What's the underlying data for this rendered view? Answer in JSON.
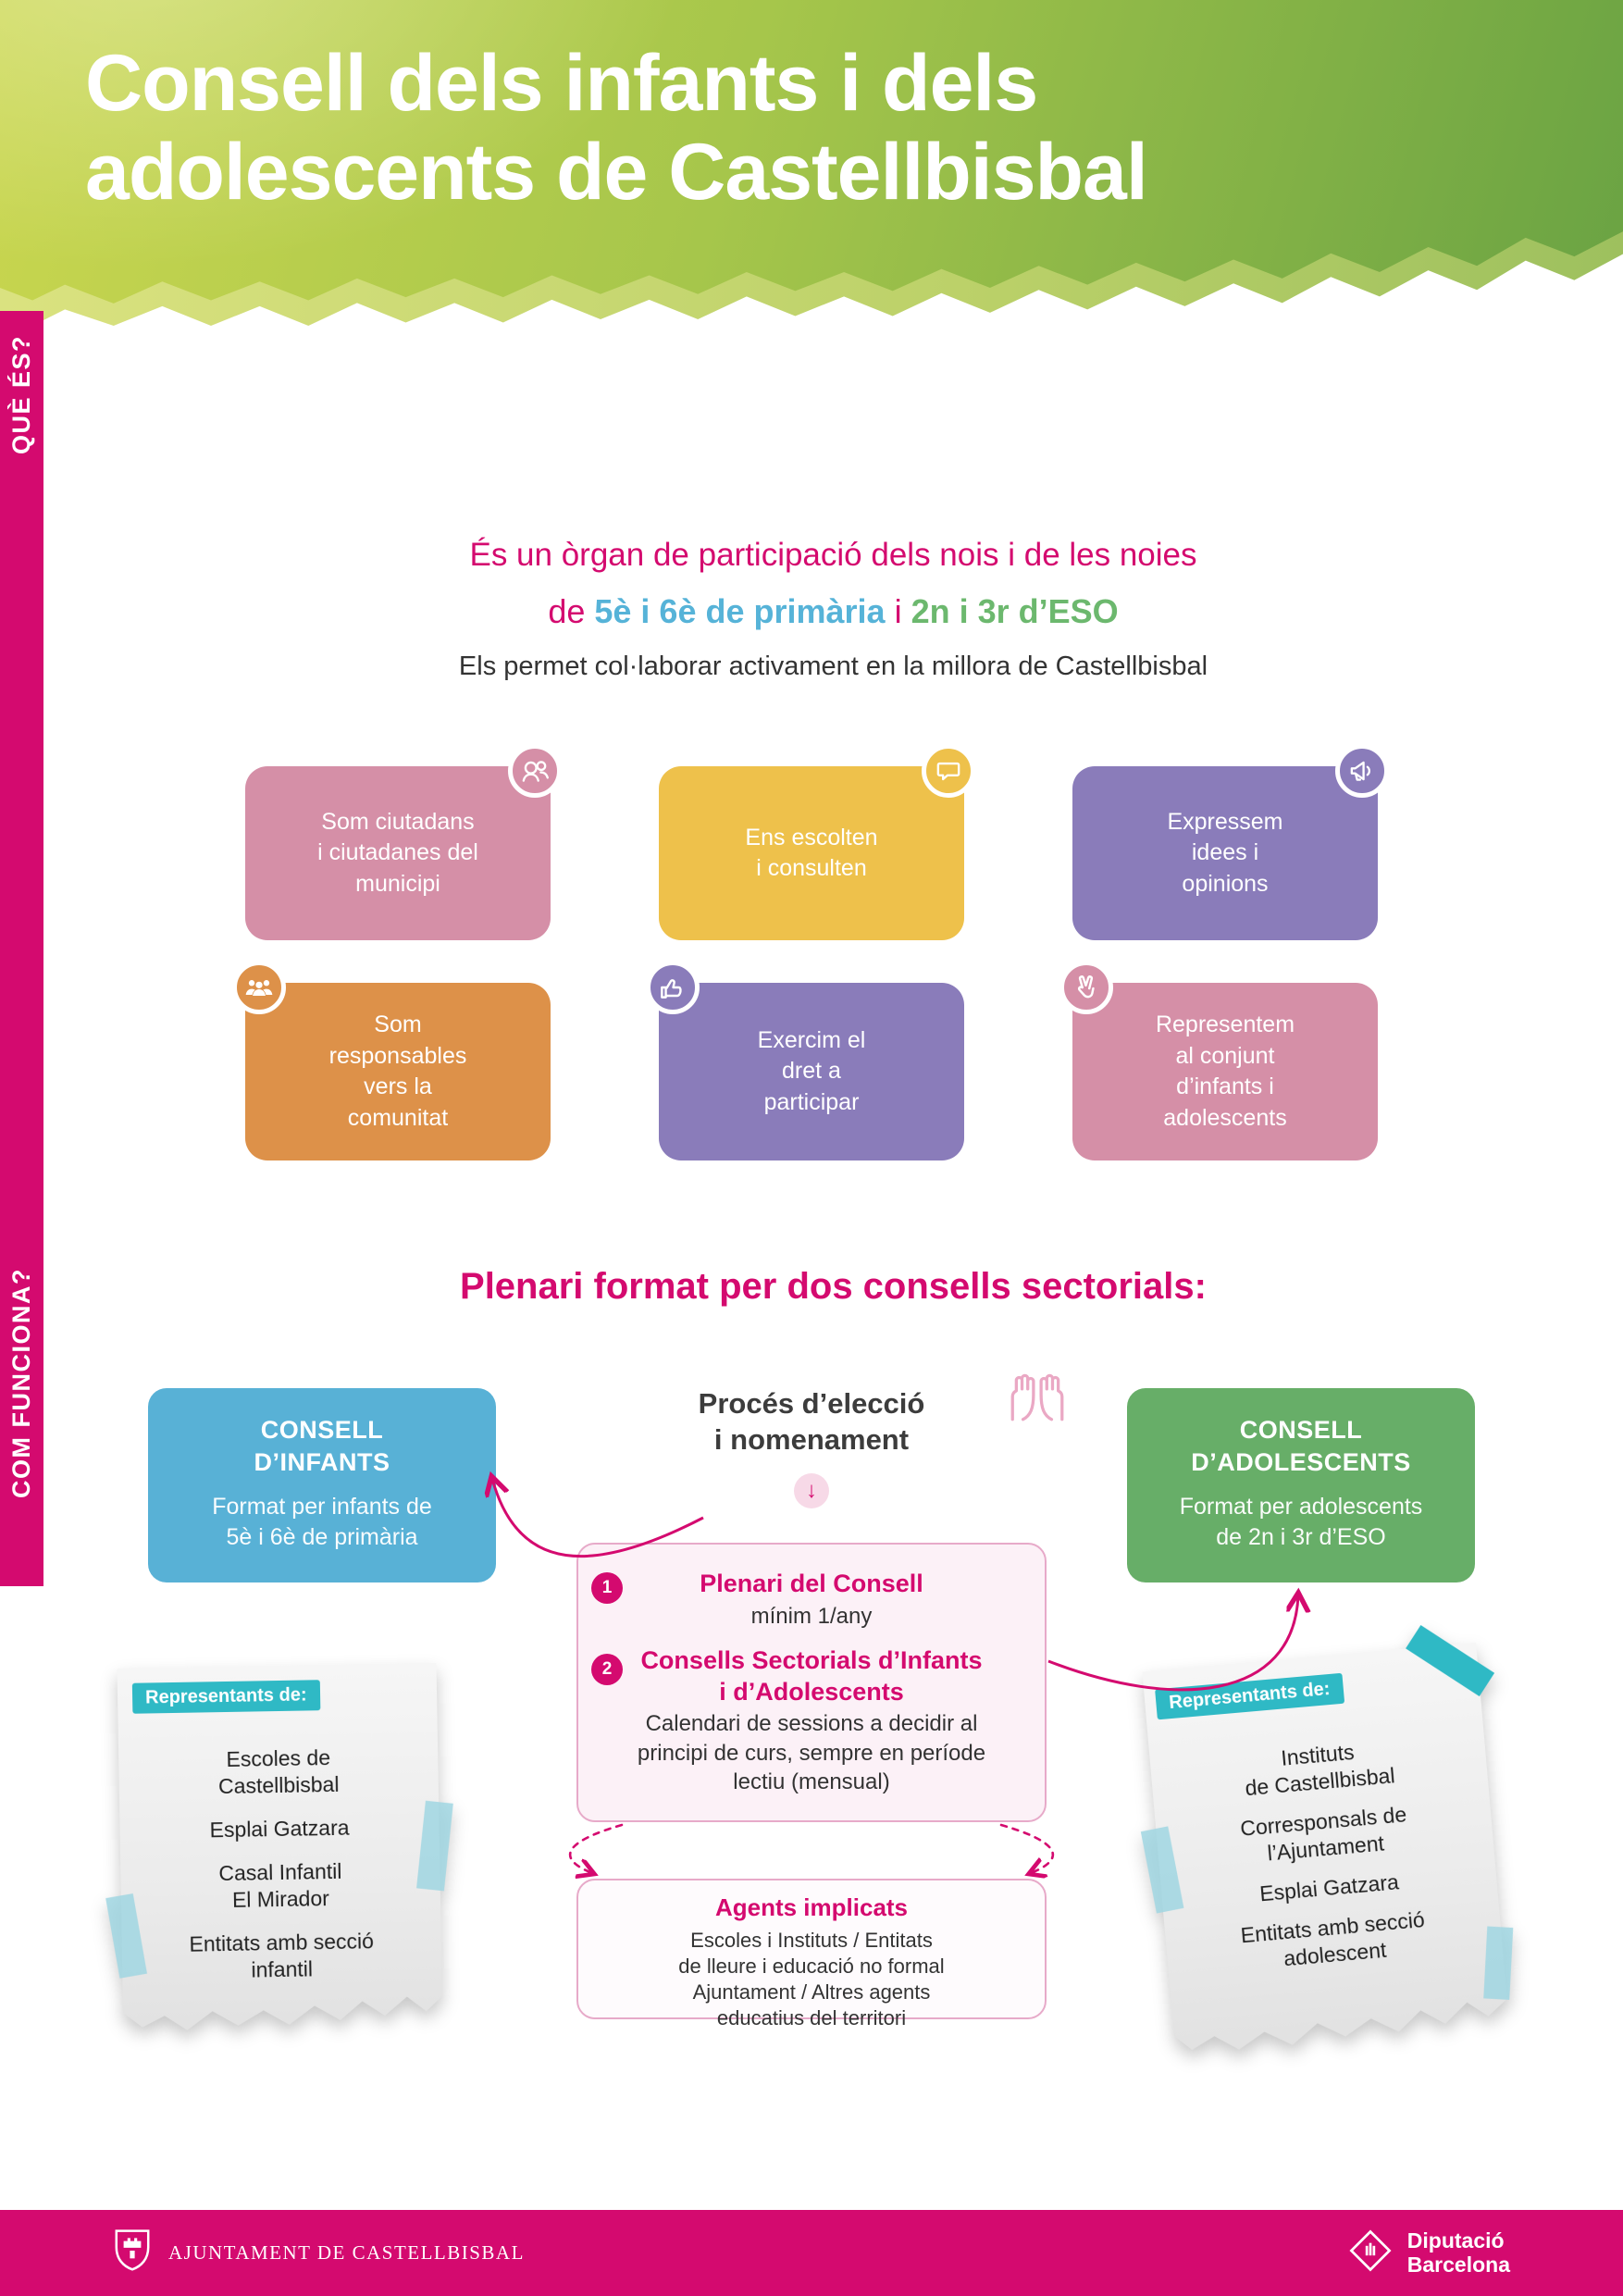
{
  "header": {
    "title_line1": "Consell dels infants i dels",
    "title_line2": "adolescents de Castellbisbal"
  },
  "sidebar": {
    "que_es": "QUÈ ÉS?",
    "com_funciona": "COM FUNCIONA?"
  },
  "intro": {
    "line1": "És un òrgan de participació dels nois i de les noies",
    "line2_de": "de",
    "line2_primaria": "5è i 6è de primària",
    "line2_i": "i",
    "line2_eso": "2n i 3r d’ESO",
    "line3": "Els permet col·laborar activament en la millora de Castellbisbal"
  },
  "cards": [
    {
      "text": "Som ciutadans\ni ciutadanes del\nmunicipi",
      "icon": "citizens-icon",
      "color": "#d58fa7"
    },
    {
      "text": "Ens escolten\ni consulten",
      "icon": "speech-bubble-icon",
      "color": "#eec14b"
    },
    {
      "text": "Expressem\nidees i\nopinions",
      "icon": "megaphone-icon",
      "color": "#8a7cba"
    },
    {
      "text": "Som\nresponsables\nvers la\ncomunitat",
      "icon": "community-icon",
      "color": "#dd9149"
    },
    {
      "text": "Exercim el\ndret a\nparticipar",
      "icon": "thumbs-up-icon",
      "color": "#8a7cba"
    },
    {
      "text": "Representem\nal conjunt\nd’infants i\nadolescents",
      "icon": "victory-hand-icon",
      "color": "#d58fa7"
    }
  ],
  "section2": {
    "title": "Plenari format per dos consells sectorials:"
  },
  "consell_infants": {
    "title": "CONSELL\nD’INFANTS",
    "subtitle": "Format per infants de\n5è i 6è de primària",
    "color": "#58b1d6"
  },
  "process": {
    "title": "Procés d’elecció\ni nomenament",
    "down_arrow": "↓"
  },
  "consell_adolescents": {
    "title": "CONSELL\nD’ADOLESCENTS",
    "subtitle": "Format per adolescents\nde 2n i 3r d’ESO",
    "color": "#67ae68"
  },
  "plenari_box": {
    "step1_num": "1",
    "step1_title": "Plenari del Consell",
    "step1_detail": "mínim 1/any",
    "step2_num": "2",
    "step2_title": "Consells Sectorials d’Infants\ni d’Adolescents",
    "step2_detail": "Calendari de sessions a decidir al\nprincipi de curs, sempre en període\nlectiu (mensual)"
  },
  "agents_box": {
    "title": "Agents implicats",
    "detail": "Escoles i Instituts / Entitats\nde lleure i educació no formal\nAjuntament / Altres agents\neducatius del territori"
  },
  "note_left": {
    "label": "Representants de:",
    "items": [
      "Escoles de\nCastellbisbal",
      "Esplai Gatzara",
      "Casal Infantil\nEl Mirador",
      "Entitats amb secció\ninfantil"
    ]
  },
  "note_right": {
    "label": "Representants de:",
    "items": [
      "Instituts\nde Castellbisbal",
      "Corresponsals de\nl’Ajuntament",
      "Esplai Gatzara",
      "Entitats amb secció\nadolescent"
    ]
  },
  "footer": {
    "ajuntament": "AJUNTAMENT DE CASTELLBISBAL",
    "diputacio_line1": "Diputació",
    "diputacio_line2": "Barcelona"
  },
  "colors": {
    "magenta": "#d40a6f",
    "header_green_light": "#c9d64f",
    "header_green_dark": "#6aa343",
    "blue_box": "#58b1d6",
    "green_box": "#67ae68",
    "pink_card": "#d58fa7",
    "yellow_card": "#eec14b",
    "purple_card": "#8a7cba",
    "orange_card": "#dd9149",
    "teal_label": "#2fb9c5"
  }
}
